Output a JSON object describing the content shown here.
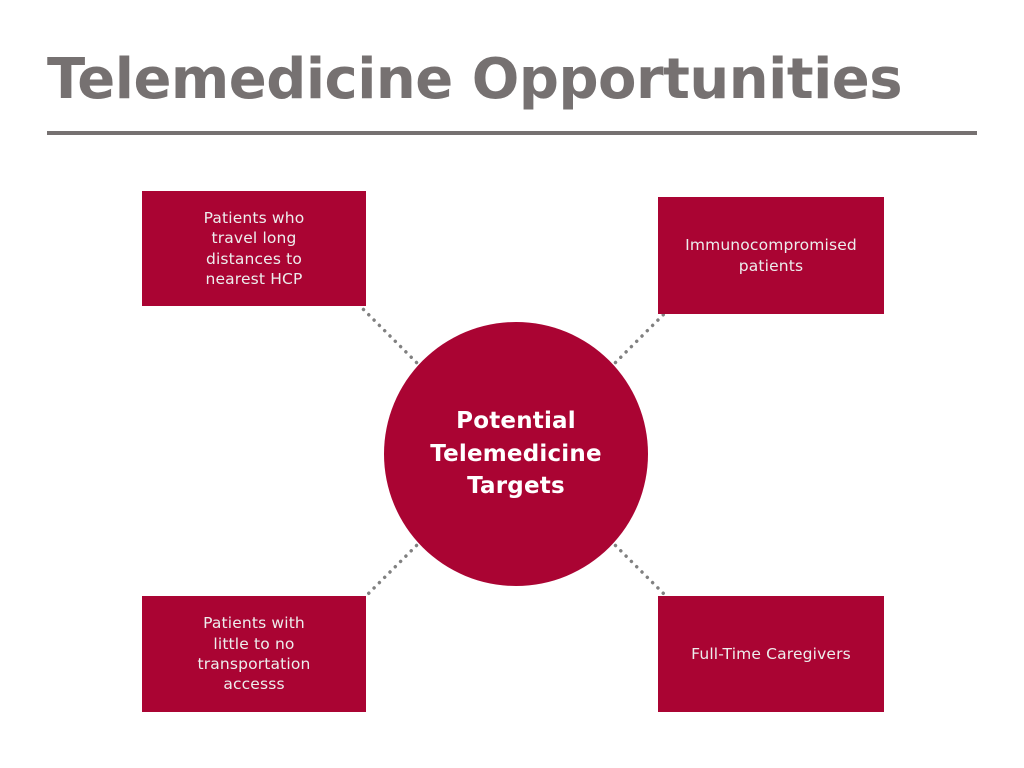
{
  "slide": {
    "title": "Telemedicine Opportunities",
    "background_color": "#FFFFFF",
    "title_color": "#767171",
    "rule_color": "#767171",
    "accent_color": "#AA0433",
    "node_text_color": "#EDEDED",
    "center_text_color": "#FFFFFF",
    "connector_color": "#808080"
  },
  "diagram": {
    "type": "hub-and-spoke",
    "center": {
      "label": "Potential\nTelemedicine\nTargets"
    },
    "nodes": [
      {
        "id": "travel-distance",
        "label": "Patients who\ntravel long\ndistances to\nnearest HCP",
        "position": "top-left"
      },
      {
        "id": "immunocompromised",
        "label": "Immunocompromised\npatients",
        "position": "top-right"
      },
      {
        "id": "transportation",
        "label": "Patients with\nlittle to no\ntransportation\naccesss",
        "position": "bottom-left"
      },
      {
        "id": "caregivers",
        "label": "Full-Time Caregivers",
        "position": "bottom-right"
      }
    ],
    "connectors": [
      {
        "from": "center",
        "to": "travel-distance",
        "style": "dotted"
      },
      {
        "from": "center",
        "to": "immunocompromised",
        "style": "dotted"
      },
      {
        "from": "center",
        "to": "transportation",
        "style": "dotted"
      },
      {
        "from": "center",
        "to": "caregivers",
        "style": "dotted"
      }
    ]
  }
}
